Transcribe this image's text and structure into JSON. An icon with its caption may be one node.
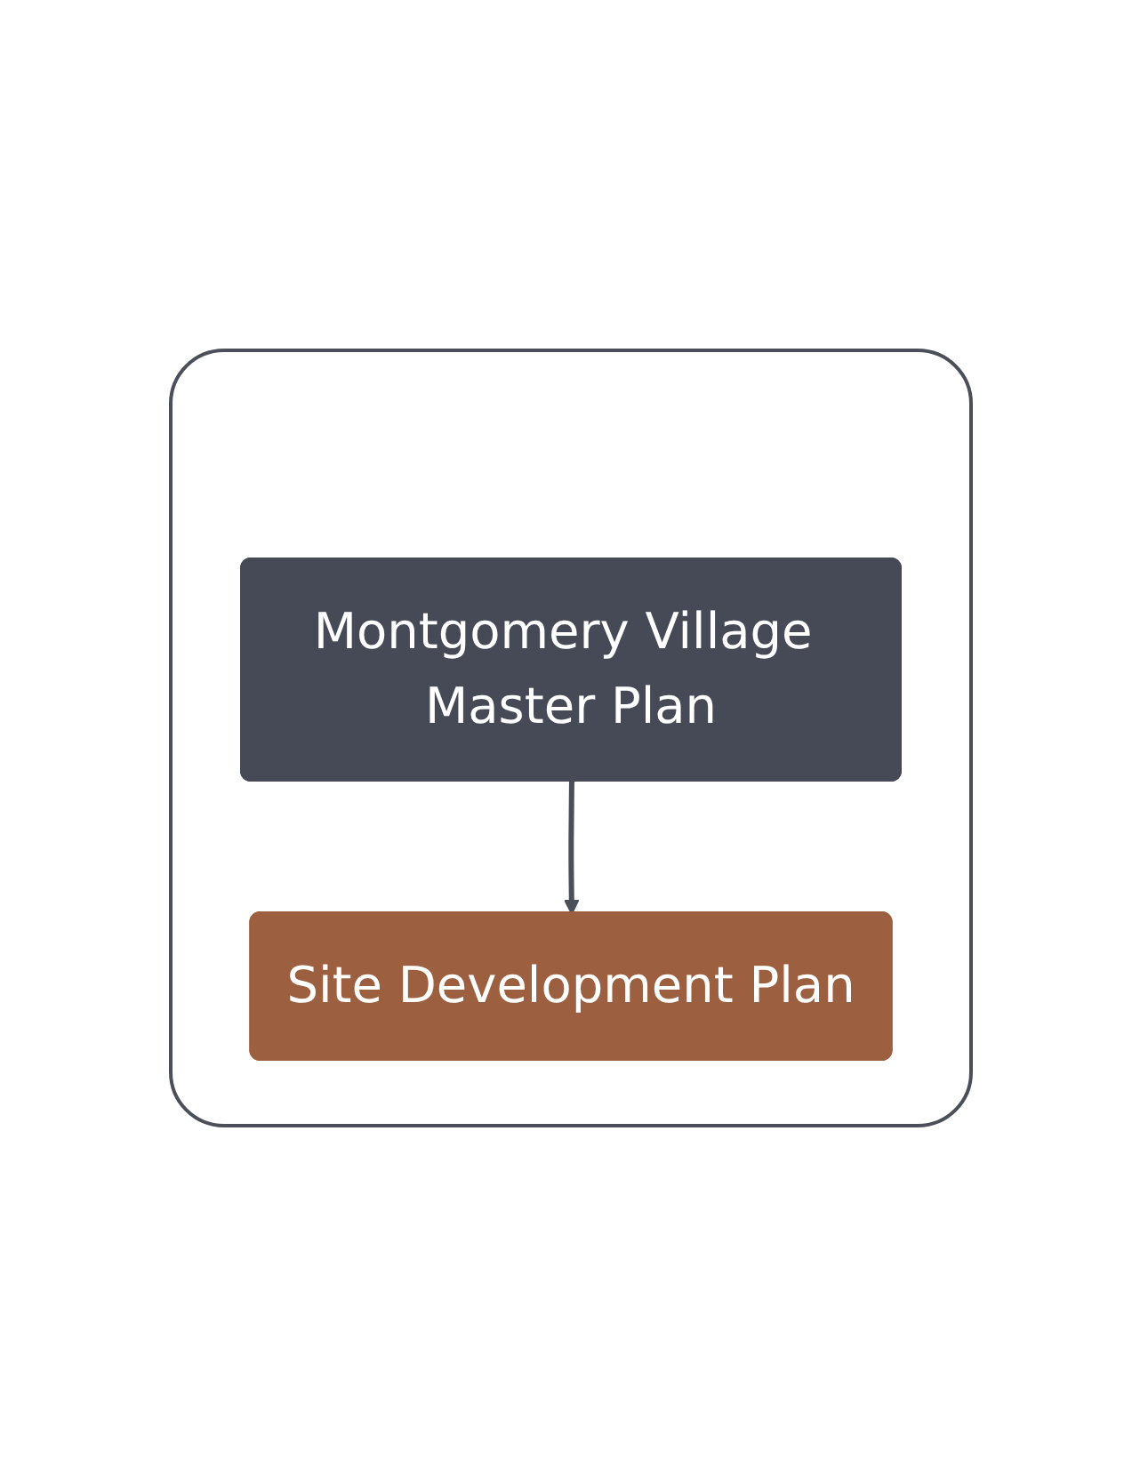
{
  "diagram": {
    "nodes": [
      {
        "text": [],
        "shape": "box"
      },
      {
        "text": [
          "Montgomery Village Master Plan"
        ],
        "in": 0
      },
      {
        "text": [
          "Site Development Plan"
        ],
        "in": 0
      }
    ],
    "edges": [
      {
        "from": 1,
        "to": 2,
        "arrow": "to"
      }
    ]
  }
}
